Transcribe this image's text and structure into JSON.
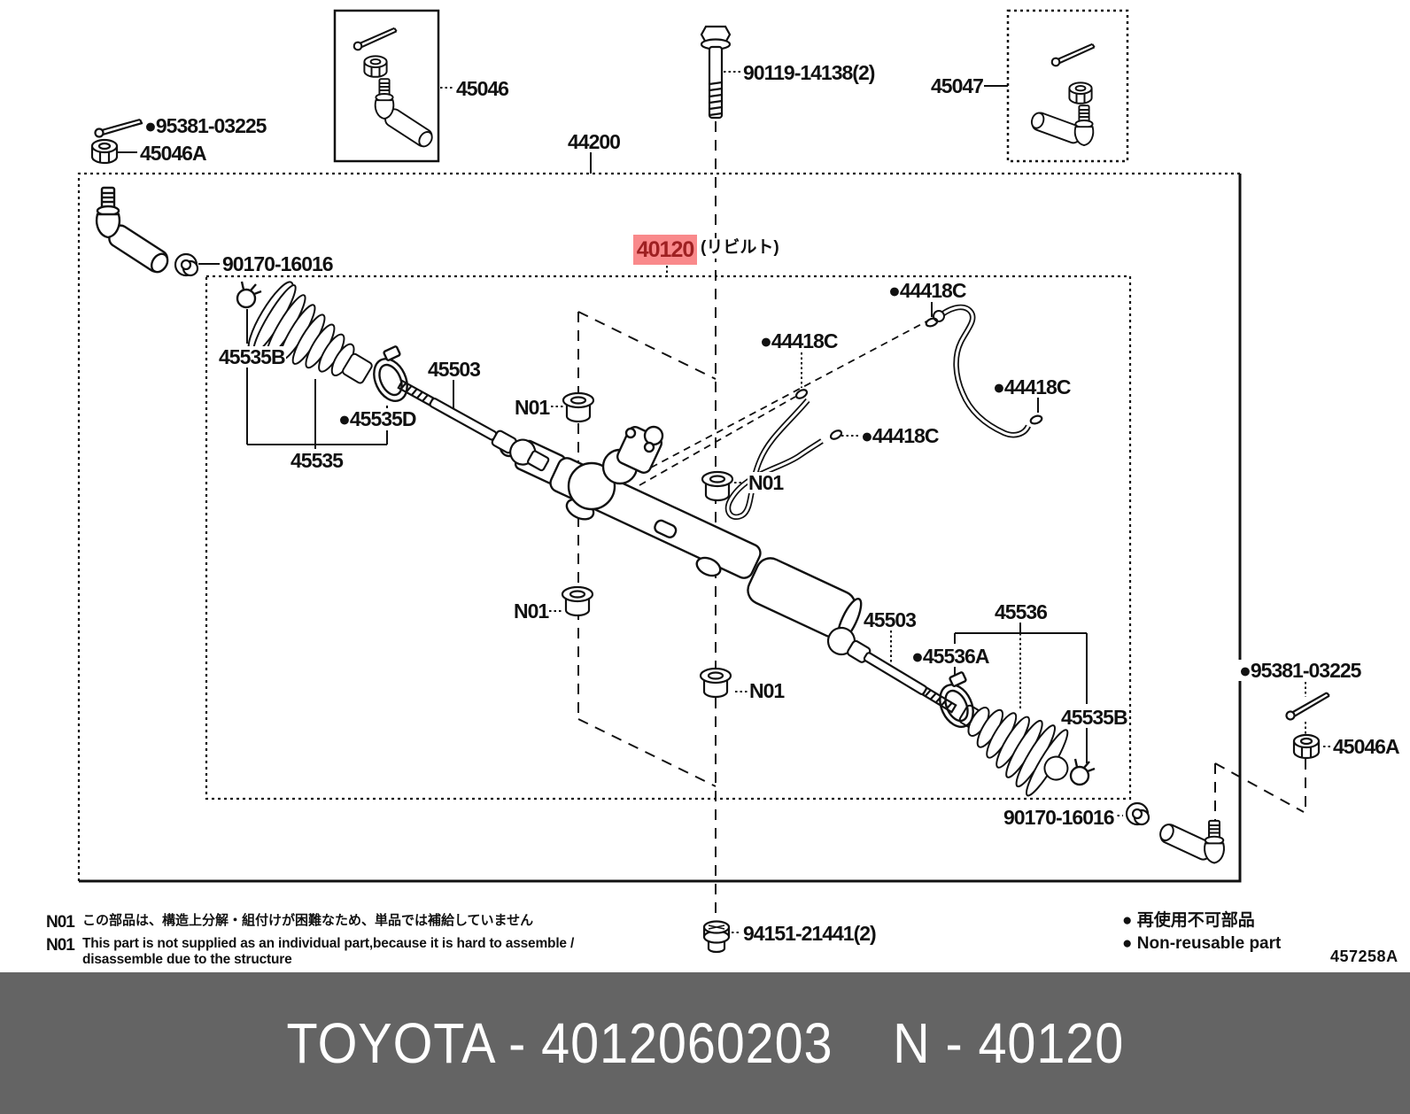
{
  "colors": {
    "line": "#111111",
    "highlight_bg": "#f9898b",
    "highlight_fg": "#9e2022",
    "footer_bg": "#646464",
    "footer_fg": "#ffffff"
  },
  "highlight": {
    "part": "40120",
    "suffix": "(リビルト)"
  },
  "labels": {
    "p95381": "●95381-03225",
    "p45046a": "45046A",
    "p45046": "45046",
    "p90119": "90119-14138(2)",
    "p45047": "45047",
    "p44200": "44200",
    "p90170": "90170-16016",
    "p45535b": "45535B",
    "p45503": "45503",
    "p45535d": "●45535D",
    "p45535": "45535",
    "n01": "N01",
    "p44418c": "●44418C",
    "p45536": "45536",
    "p45536a": "●45536A",
    "p94151": "94151-21441(2)"
  },
  "notes": {
    "code": "N01",
    "jp": "この部品は、構造上分解・組付けが困難なため、単品では補給していません",
    "en1": "This part is not supplied as an individual part,because it is hard to assemble /",
    "en2": "disassemble due to the structure",
    "nonreusable_jp": "● 再使用不可部品",
    "nonreusable_en": "● Non-reusable part"
  },
  "fig_number": "457258A",
  "footer": {
    "text": "TOYOTA - 4012060203    N - 40120"
  }
}
